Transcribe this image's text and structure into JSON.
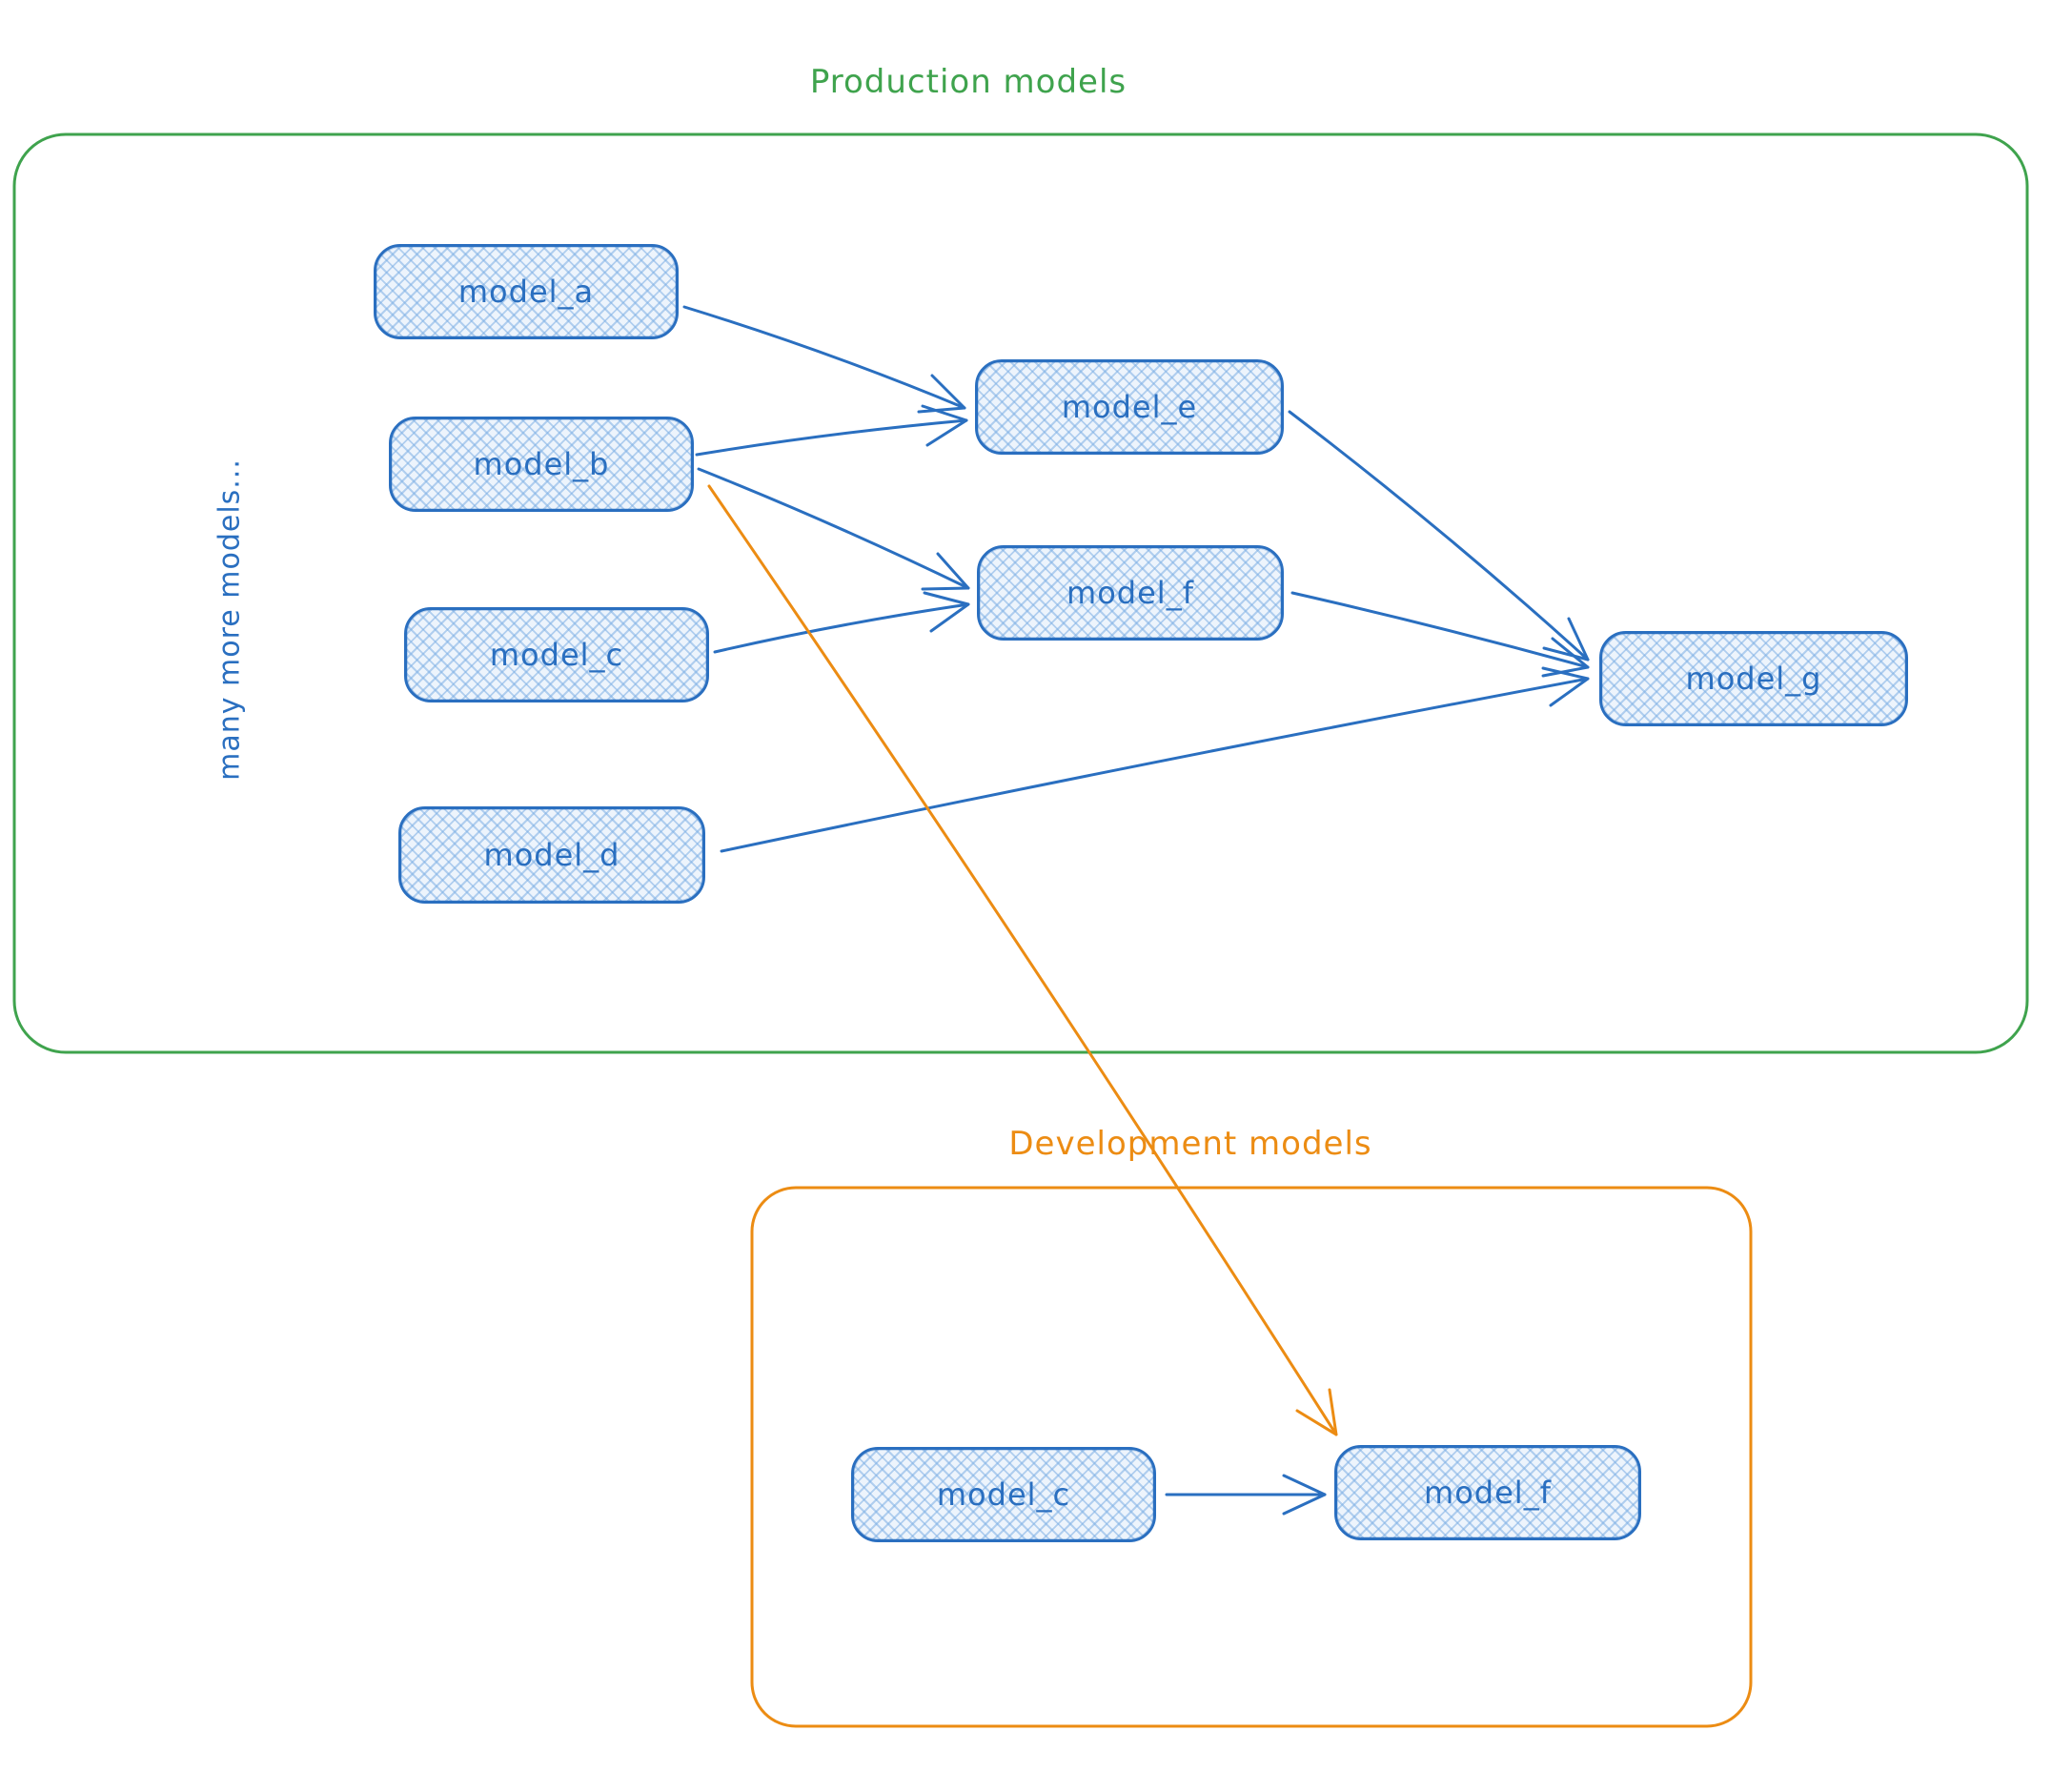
{
  "colors": {
    "blue": "#2a6fc0",
    "green": "#3fa34d",
    "orange": "#ec8c13",
    "box-base": "#edf4fc"
  },
  "production": {
    "title": "Production models",
    "side_note": "many more models...",
    "nodes": [
      {
        "id": "model_a",
        "label": "model_a"
      },
      {
        "id": "model_b",
        "label": "model_b"
      },
      {
        "id": "model_c",
        "label": "model_c"
      },
      {
        "id": "model_d",
        "label": "model_d"
      },
      {
        "id": "model_e",
        "label": "model_e"
      },
      {
        "id": "model_f",
        "label": "model_f"
      },
      {
        "id": "model_g",
        "label": "model_g"
      }
    ],
    "edges": [
      {
        "from": "model_a",
        "to": "model_e"
      },
      {
        "from": "model_b",
        "to": "model_e"
      },
      {
        "from": "model_b",
        "to": "model_f"
      },
      {
        "from": "model_c",
        "to": "model_f"
      },
      {
        "from": "model_e",
        "to": "model_g"
      },
      {
        "from": "model_f",
        "to": "model_g"
      },
      {
        "from": "model_d",
        "to": "model_g"
      }
    ]
  },
  "development": {
    "title": "Development models",
    "nodes": [
      {
        "id": "model_c",
        "label": "model_c"
      },
      {
        "id": "model_f",
        "label": "model_f"
      }
    ],
    "edges": [
      {
        "from": "model_c",
        "to": "model_f"
      }
    ]
  },
  "cross_edges": [
    {
      "from": "production.model_b",
      "to": "development.model_f",
      "color": "orange"
    }
  ]
}
